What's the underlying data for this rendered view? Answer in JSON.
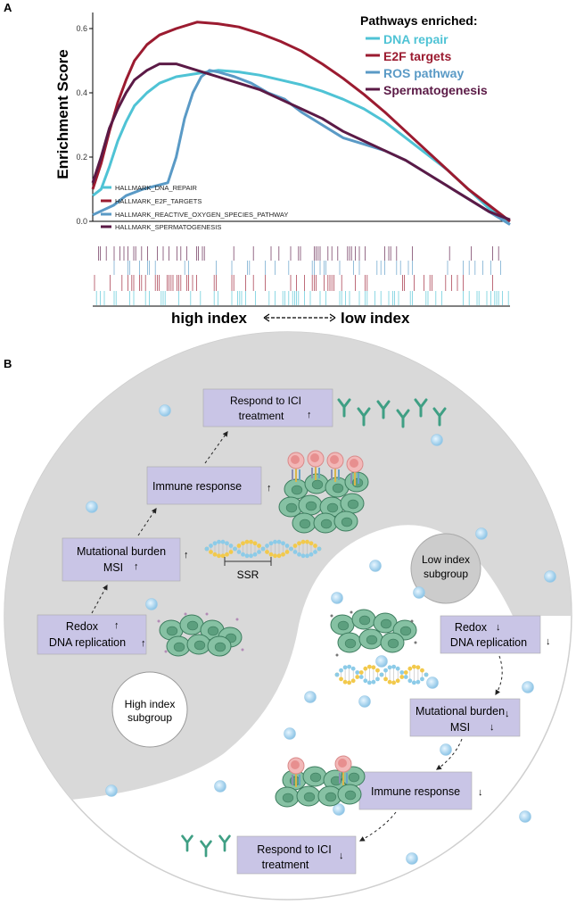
{
  "panelA": {
    "label": "A",
    "ylabel": "Enrichment Score",
    "yticks": [
      "0.0",
      "0.2",
      "0.4",
      "0.6"
    ],
    "legend_title": "Pathways enriched:",
    "legend": [
      {
        "text": "DNA repair",
        "color": "#4fc3d5"
      },
      {
        "text": "E2F targets",
        "color": "#9b1b30"
      },
      {
        "text": "ROS pathway",
        "color": "#5a9ac6"
      },
      {
        "text": "Spermatogenesis",
        "color": "#5b1a46"
      }
    ],
    "inset_legend": [
      "HALLMARK_DNA_REPAIR",
      "HALLMARK_E2F_TARGETS",
      "HALLMARK_REACTIVE_OXYGEN_SPECIES_PATHWAY",
      "HALLMARK_SPERMATOGENESIS"
    ],
    "xlabel_left": "high index",
    "xlabel_right": "low index"
  },
  "chart_data": {
    "type": "line",
    "xlim": [
      0,
      1
    ],
    "ylim": [
      0,
      0.65
    ],
    "yticks": [
      0.0,
      0.2,
      0.4,
      0.6
    ],
    "ylabel": "Enrichment Score",
    "xlabel_left": "high index",
    "xlabel_right": "low index",
    "legend_title": "Pathways enriched:",
    "series": [
      {
        "name": "DNA repair",
        "label": "HALLMARK_DNA_REPAIR",
        "color": "#4fc3d5",
        "points": [
          [
            0,
            0.08
          ],
          [
            0.02,
            0.1
          ],
          [
            0.04,
            0.17
          ],
          [
            0.06,
            0.25
          ],
          [
            0.08,
            0.31
          ],
          [
            0.1,
            0.36
          ],
          [
            0.13,
            0.4
          ],
          [
            0.16,
            0.43
          ],
          [
            0.2,
            0.45
          ],
          [
            0.25,
            0.46
          ],
          [
            0.3,
            0.47
          ],
          [
            0.35,
            0.465
          ],
          [
            0.4,
            0.455
          ],
          [
            0.45,
            0.44
          ],
          [
            0.5,
            0.425
          ],
          [
            0.55,
            0.405
          ],
          [
            0.6,
            0.38
          ],
          [
            0.65,
            0.35
          ],
          [
            0.7,
            0.31
          ],
          [
            0.75,
            0.26
          ],
          [
            0.8,
            0.21
          ],
          [
            0.85,
            0.16
          ],
          [
            0.9,
            0.1
          ],
          [
            0.95,
            0.04
          ],
          [
            0.98,
            0.01
          ],
          [
            1.0,
            0.0
          ]
        ]
      },
      {
        "name": "E2F targets",
        "label": "HALLMARK_E2F_TARGETS",
        "color": "#9b1b30",
        "points": [
          [
            0,
            0.1
          ],
          [
            0.02,
            0.18
          ],
          [
            0.04,
            0.28
          ],
          [
            0.06,
            0.37
          ],
          [
            0.08,
            0.44
          ],
          [
            0.1,
            0.5
          ],
          [
            0.13,
            0.55
          ],
          [
            0.16,
            0.58
          ],
          [
            0.2,
            0.6
          ],
          [
            0.25,
            0.62
          ],
          [
            0.3,
            0.615
          ],
          [
            0.35,
            0.605
          ],
          [
            0.4,
            0.585
          ],
          [
            0.45,
            0.56
          ],
          [
            0.5,
            0.53
          ],
          [
            0.55,
            0.49
          ],
          [
            0.6,
            0.445
          ],
          [
            0.65,
            0.395
          ],
          [
            0.7,
            0.34
          ],
          [
            0.75,
            0.28
          ],
          [
            0.8,
            0.22
          ],
          [
            0.85,
            0.16
          ],
          [
            0.9,
            0.1
          ],
          [
            0.95,
            0.05
          ],
          [
            1.0,
            0.0
          ]
        ]
      },
      {
        "name": "ROS pathway",
        "label": "HALLMARK_REACTIVE_OXYGEN_SPECIES_PATHWAY",
        "color": "#5a9ac6",
        "points": [
          [
            0,
            0.02
          ],
          [
            0.05,
            0.05
          ],
          [
            0.08,
            0.08
          ],
          [
            0.12,
            0.1
          ],
          [
            0.18,
            0.12
          ],
          [
            0.2,
            0.2
          ],
          [
            0.22,
            0.32
          ],
          [
            0.24,
            0.4
          ],
          [
            0.26,
            0.45
          ],
          [
            0.28,
            0.47
          ],
          [
            0.3,
            0.465
          ],
          [
            0.34,
            0.45
          ],
          [
            0.38,
            0.43
          ],
          [
            0.42,
            0.4
          ],
          [
            0.46,
            0.38
          ],
          [
            0.5,
            0.34
          ],
          [
            0.55,
            0.3
          ],
          [
            0.6,
            0.26
          ],
          [
            0.65,
            0.24
          ],
          [
            0.7,
            0.22
          ],
          [
            0.75,
            0.19
          ],
          [
            0.8,
            0.15
          ],
          [
            0.85,
            0.11
          ],
          [
            0.9,
            0.07
          ],
          [
            0.95,
            0.03
          ],
          [
            1.0,
            -0.01
          ]
        ]
      },
      {
        "name": "Spermatogenesis",
        "label": "HALLMARK_SPERMATOGENESIS",
        "color": "#5b1a46",
        "points": [
          [
            0,
            0.12
          ],
          [
            0.02,
            0.2
          ],
          [
            0.04,
            0.29
          ],
          [
            0.06,
            0.35
          ],
          [
            0.08,
            0.4
          ],
          [
            0.1,
            0.44
          ],
          [
            0.13,
            0.47
          ],
          [
            0.16,
            0.49
          ],
          [
            0.2,
            0.49
          ],
          [
            0.25,
            0.47
          ],
          [
            0.3,
            0.45
          ],
          [
            0.35,
            0.43
          ],
          [
            0.4,
            0.41
          ],
          [
            0.45,
            0.38
          ],
          [
            0.5,
            0.35
          ],
          [
            0.55,
            0.32
          ],
          [
            0.6,
            0.28
          ],
          [
            0.65,
            0.25
          ],
          [
            0.7,
            0.22
          ],
          [
            0.75,
            0.19
          ],
          [
            0.8,
            0.15
          ],
          [
            0.85,
            0.11
          ],
          [
            0.9,
            0.07
          ],
          [
            0.95,
            0.03
          ],
          [
            1.0,
            0.005
          ]
        ]
      }
    ]
  },
  "panelB": {
    "label": "B",
    "high_subgroup": "High index\nsubgroup",
    "low_subgroup": "Low index\nsubgroup",
    "high_boxes": [
      {
        "lines": [
          "Respond to ICI",
          "treatment"
        ],
        "arrow": "↑"
      },
      {
        "lines": [
          "Immune response"
        ],
        "arrow": "↑"
      },
      {
        "lines": [
          "Mutational burden",
          "MSI"
        ],
        "arrow": "↑"
      },
      {
        "lines": [
          "Redox",
          "DNA replication"
        ],
        "arrow": "↑"
      }
    ],
    "low_boxes": [
      {
        "lines": [
          "Redox",
          "DNA replication"
        ],
        "arrow": "↓"
      },
      {
        "lines": [
          "Mutational burden",
          "MSI"
        ],
        "arrow": "↓"
      },
      {
        "lines": [
          "Immune response"
        ],
        "arrow": "↓"
      },
      {
        "lines": [
          "Respond to ICI",
          "treatment"
        ],
        "arrow": "↓"
      }
    ],
    "ssr_label": "SSR",
    "colors": {
      "box": "#c9c5e6",
      "gray": "#d9d9d9",
      "cell": "#7fb89a",
      "antibody": "#3f9f84"
    }
  }
}
